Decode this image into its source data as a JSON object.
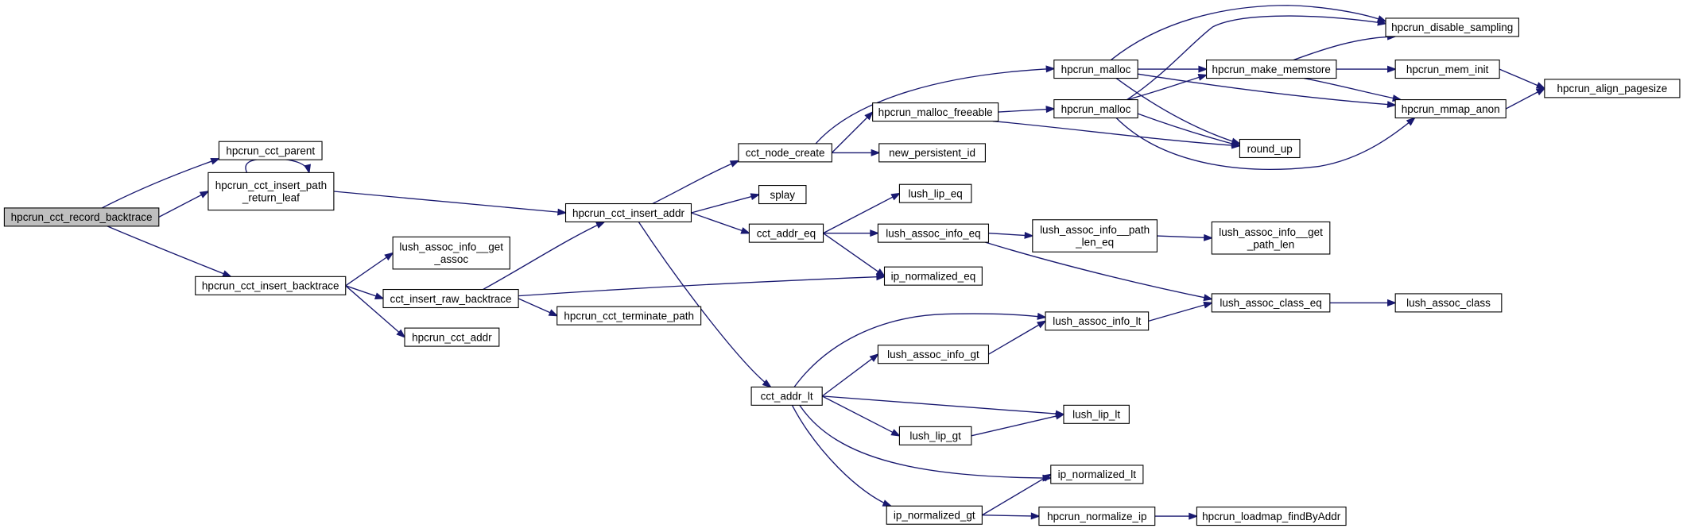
{
  "diagram": {
    "colors": {
      "edge": "#191970",
      "node_border": "#000000",
      "root_fill": "#bfbfbf",
      "node_fill": "#ffffff",
      "background": "#ffffff"
    },
    "nodes": [
      {
        "id": "n_root",
        "lines": [
          "hpcrun_cct_record_backtrace"
        ],
        "root": true
      },
      {
        "id": "n_parent",
        "lines": [
          "hpcrun_cct_parent"
        ]
      },
      {
        "id": "n_insert_path",
        "lines": [
          "hpcrun_cct_insert_path",
          "_return_leaf"
        ]
      },
      {
        "id": "n_insert_bt",
        "lines": [
          "hpcrun_cct_insert_backtrace"
        ]
      },
      {
        "id": "n_get_assoc",
        "lines": [
          "lush_assoc_info__get",
          "_assoc"
        ]
      },
      {
        "id": "n_raw_bt",
        "lines": [
          "cct_insert_raw_backtrace"
        ]
      },
      {
        "id": "n_cct_addr",
        "lines": [
          "hpcrun_cct_addr"
        ]
      },
      {
        "id": "n_insert_addr",
        "lines": [
          "hpcrun_cct_insert_addr"
        ]
      },
      {
        "id": "n_term_path",
        "lines": [
          "hpcrun_cct_terminate_path"
        ]
      },
      {
        "id": "n_node_create",
        "lines": [
          "cct_node_create"
        ]
      },
      {
        "id": "n_splay",
        "lines": [
          "splay"
        ]
      },
      {
        "id": "n_addr_eq",
        "lines": [
          "cct_addr_eq"
        ]
      },
      {
        "id": "n_addr_lt",
        "lines": [
          "cct_addr_lt"
        ]
      },
      {
        "id": "n_malloc_freeable",
        "lines": [
          "hpcrun_malloc_freeable"
        ]
      },
      {
        "id": "n_new_pid",
        "lines": [
          "new_persistent_id"
        ]
      },
      {
        "id": "n_lip_eq",
        "lines": [
          "lush_lip_eq"
        ]
      },
      {
        "id": "n_info_eq",
        "lines": [
          "lush_assoc_info_eq"
        ]
      },
      {
        "id": "n_ipn_eq",
        "lines": [
          "ip_normalized_eq"
        ]
      },
      {
        "id": "n_info_gt",
        "lines": [
          "lush_assoc_info_gt"
        ]
      },
      {
        "id": "n_lip_gt",
        "lines": [
          "lush_lip_gt"
        ]
      },
      {
        "id": "n_ipn_gt",
        "lines": [
          "ip_normalized_gt"
        ]
      },
      {
        "id": "n_malloc1",
        "lines": [
          "hpcrun_malloc"
        ]
      },
      {
        "id": "n_malloc2",
        "lines": [
          "hpcrun_malloc"
        ]
      },
      {
        "id": "n_path_len_eq",
        "lines": [
          "lush_assoc_info__path",
          "_len_eq"
        ]
      },
      {
        "id": "n_info_lt",
        "lines": [
          "lush_assoc_info_lt"
        ]
      },
      {
        "id": "n_lip_lt",
        "lines": [
          "lush_lip_lt"
        ]
      },
      {
        "id": "n_ipn_lt",
        "lines": [
          "ip_normalized_lt"
        ]
      },
      {
        "id": "n_normalize_ip",
        "lines": [
          "hpcrun_normalize_ip"
        ]
      },
      {
        "id": "n_memstore",
        "lines": [
          "hpcrun_make_memstore"
        ]
      },
      {
        "id": "n_round_up",
        "lines": [
          "round_up"
        ]
      },
      {
        "id": "n_get_path_len",
        "lines": [
          "lush_assoc_info__get",
          "_path_len"
        ]
      },
      {
        "id": "n_class_eq",
        "lines": [
          "lush_assoc_class_eq"
        ]
      },
      {
        "id": "n_findbyaddr",
        "lines": [
          "hpcrun_loadmap_findByAddr"
        ]
      },
      {
        "id": "n_disable",
        "lines": [
          "hpcrun_disable_sampling"
        ]
      },
      {
        "id": "n_mem_init",
        "lines": [
          "hpcrun_mem_init"
        ]
      },
      {
        "id": "n_mmap",
        "lines": [
          "hpcrun_mmap_anon"
        ]
      },
      {
        "id": "n_class",
        "lines": [
          "lush_assoc_class"
        ]
      },
      {
        "id": "n_align",
        "lines": [
          "hpcrun_align_pagesize"
        ]
      }
    ],
    "edges": [
      [
        "n_root",
        "n_parent"
      ],
      [
        "n_root",
        "n_insert_path"
      ],
      [
        "n_root",
        "n_insert_bt"
      ],
      [
        "n_insert_path",
        "n_insert_path"
      ],
      [
        "n_insert_path",
        "n_insert_addr"
      ],
      [
        "n_insert_bt",
        "n_get_assoc"
      ],
      [
        "n_insert_bt",
        "n_raw_bt"
      ],
      [
        "n_insert_bt",
        "n_cct_addr"
      ],
      [
        "n_raw_bt",
        "n_insert_addr"
      ],
      [
        "n_raw_bt",
        "n_ipn_eq"
      ],
      [
        "n_raw_bt",
        "n_term_path"
      ],
      [
        "n_insert_addr",
        "n_node_create"
      ],
      [
        "n_insert_addr",
        "n_splay"
      ],
      [
        "n_insert_addr",
        "n_addr_eq"
      ],
      [
        "n_insert_addr",
        "n_addr_lt"
      ],
      [
        "n_node_create",
        "n_malloc1"
      ],
      [
        "n_node_create",
        "n_malloc_freeable"
      ],
      [
        "n_node_create",
        "n_new_pid"
      ],
      [
        "n_malloc_freeable",
        "n_malloc2"
      ],
      [
        "n_malloc_freeable",
        "n_round_up"
      ],
      [
        "n_malloc1",
        "n_disable"
      ],
      [
        "n_malloc1",
        "n_memstore"
      ],
      [
        "n_malloc1",
        "n_round_up"
      ],
      [
        "n_malloc1",
        "n_mmap"
      ],
      [
        "n_malloc2",
        "n_disable"
      ],
      [
        "n_malloc2",
        "n_memstore"
      ],
      [
        "n_malloc2",
        "n_round_up"
      ],
      [
        "n_malloc2",
        "n_mmap"
      ],
      [
        "n_memstore",
        "n_disable"
      ],
      [
        "n_memstore",
        "n_mem_init"
      ],
      [
        "n_memstore",
        "n_mmap"
      ],
      [
        "n_mem_init",
        "n_align"
      ],
      [
        "n_mmap",
        "n_align"
      ],
      [
        "n_addr_eq",
        "n_lip_eq"
      ],
      [
        "n_addr_eq",
        "n_info_eq"
      ],
      [
        "n_addr_eq",
        "n_ipn_eq"
      ],
      [
        "n_info_eq",
        "n_path_len_eq"
      ],
      [
        "n_info_eq",
        "n_class_eq"
      ],
      [
        "n_path_len_eq",
        "n_get_path_len"
      ],
      [
        "n_class_eq",
        "n_class"
      ],
      [
        "n_addr_lt",
        "n_info_lt"
      ],
      [
        "n_addr_lt",
        "n_info_gt"
      ],
      [
        "n_addr_lt",
        "n_lip_lt"
      ],
      [
        "n_addr_lt",
        "n_lip_gt"
      ],
      [
        "n_addr_lt",
        "n_ipn_lt"
      ],
      [
        "n_addr_lt",
        "n_ipn_gt"
      ],
      [
        "n_info_gt",
        "n_info_lt"
      ],
      [
        "n_info_lt",
        "n_class_eq"
      ],
      [
        "n_lip_gt",
        "n_lip_lt"
      ],
      [
        "n_ipn_gt",
        "n_ipn_lt"
      ],
      [
        "n_ipn_gt",
        "n_normalize_ip"
      ],
      [
        "n_normalize_ip",
        "n_findbyaddr"
      ]
    ]
  }
}
